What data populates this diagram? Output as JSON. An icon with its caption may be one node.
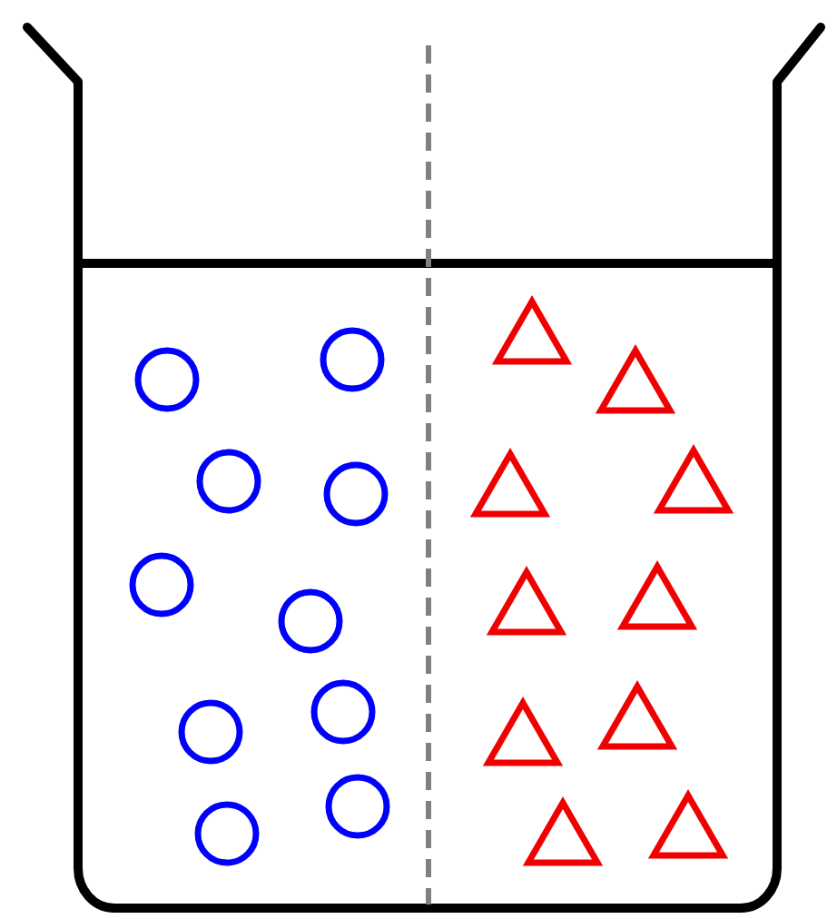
{
  "diagram": {
    "nodes": [
      {
        "text": [],
        "shape": "circle"
      },
      {
        "text": [],
        "shape": "circle"
      },
      {
        "text": [],
        "shape": "triangle"
      },
      {
        "text": [],
        "shape": "triangle"
      },
      {
        "text": [],
        "shape": "circle"
      },
      {
        "text": [],
        "shape": "circle"
      },
      {
        "text": [],
        "shape": "triangle"
      },
      {
        "text": [],
        "shape": "triangle"
      },
      {
        "text": [],
        "shape": "circle"
      },
      {
        "text": [],
        "shape": "circle"
      },
      {
        "text": [],
        "shape": "triangle"
      },
      {
        "text": [],
        "shape": "triangle"
      },
      {
        "text": [],
        "shape": "circle"
      },
      {
        "text": [],
        "shape": "circle"
      },
      {
        "text": [],
        "shape": "triangle"
      },
      {
        "text": [],
        "shape": "triangle"
      },
      {
        "text": [],
        "shape": "circle"
      },
      {
        "text": [],
        "shape": "circle"
      },
      {
        "text": [],
        "shape": "triangle"
      },
      {
        "text": [],
        "shape": "triangle"
      }
    ]
  }
}
